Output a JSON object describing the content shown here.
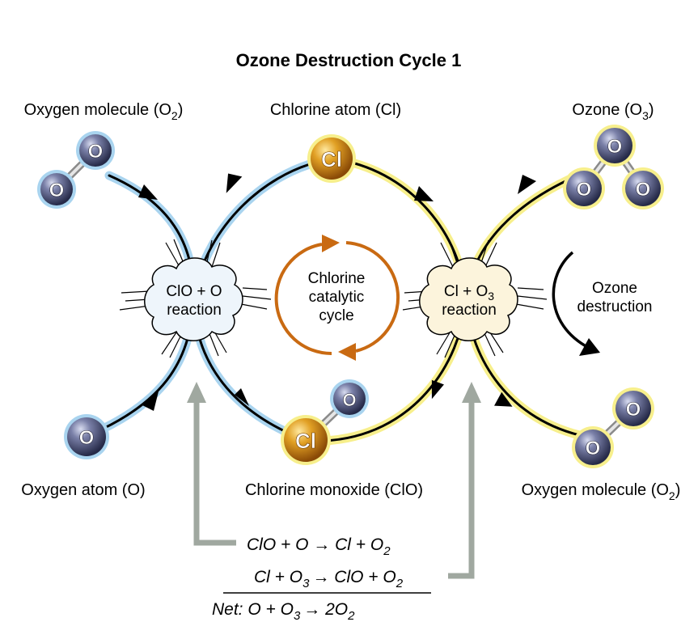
{
  "title": "Ozone Destruction Cycle 1",
  "labels": {
    "oxygen_molecule_top": {
      "text": "Oxygen molecule (O",
      "sub": "2",
      "end": ")"
    },
    "chlorine_atom": "Chlorine atom (Cl)",
    "ozone": {
      "text": "Ozone (O",
      "sub": "3",
      "end": ")"
    },
    "oxygen_atom": "Oxygen atom  (O)",
    "chlorine_monoxide": "Chlorine monoxide (ClO)",
    "oxygen_molecule_bottom": {
      "text": "Oxygen molecule (O",
      "sub": "2",
      "end": ")"
    }
  },
  "reactions": {
    "left": {
      "line1": "ClO + O",
      "line2": "reaction"
    },
    "right": {
      "line1a": "Cl + O",
      "line1sub": "3",
      "line2": "reaction"
    }
  },
  "center_cycle": {
    "line1": "Chlorine",
    "line2": "catalytic",
    "line3": "cycle"
  },
  "side_note": {
    "line1": "Ozone",
    "line2": "destruction"
  },
  "atoms": {
    "oxygen": "O",
    "chlorine": "Cl"
  },
  "equations": {
    "eq1": {
      "a": "ClO + O ",
      "arrow": "→",
      "b": " Cl + O",
      "sub": "2"
    },
    "eq2": {
      "a": "Cl + O",
      "asub": "3",
      "arrow": "→",
      "b": " ClO + O",
      "sub": "2"
    },
    "net": {
      "a": "Net: O + O",
      "asub": "3",
      "arrow": "→",
      "b": " 2O",
      "sub": "2"
    }
  },
  "colors": {
    "blue_glow": "#a9d4ef",
    "yellow_glow": "#f7ef8c",
    "orange_cycle": "#c96a12",
    "grey_arrow": "#a0a8a0",
    "oxygen_atom": "#4a4e72",
    "chlorine_atom": "#c7850f"
  }
}
